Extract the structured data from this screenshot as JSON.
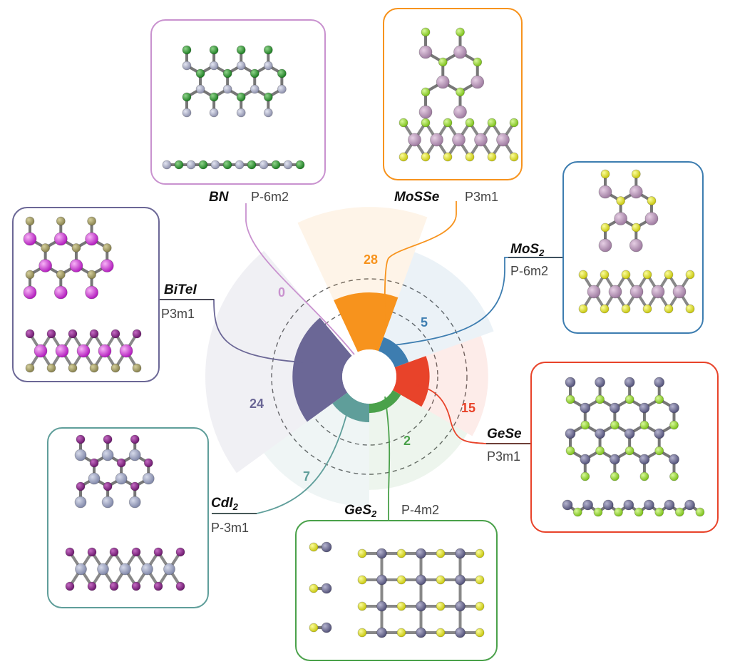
{
  "chart_data": {
    "type": "polar-bar",
    "max_value": 28,
    "materials": [
      {
        "name": "BN",
        "sub": "",
        "space_group": "P-6m2",
        "value": 0,
        "color": "#c992cf"
      },
      {
        "name": "MoSSe",
        "sub": "",
        "space_group": "P3m1",
        "value": 28,
        "color": "#f7931d"
      },
      {
        "name": "MoS",
        "sub": "2",
        "space_group": "P-6m2",
        "value": 5,
        "color": "#3d7db0"
      },
      {
        "name": "GeSe",
        "sub": "",
        "space_group": "P3m1",
        "value": 15,
        "color": "#e8432a"
      },
      {
        "name": "GeS",
        "sub": "2",
        "space_group": "P-4m2",
        "value": 2,
        "color": "#4aa14a"
      },
      {
        "name": "CdI",
        "sub": "2",
        "space_group": "P-3m1",
        "value": 7,
        "color": "#5f9e9a"
      },
      {
        "name": "BiTeI",
        "sub": "",
        "space_group": "P3m1",
        "value": 24,
        "color": "#6b6796"
      }
    ]
  }
}
